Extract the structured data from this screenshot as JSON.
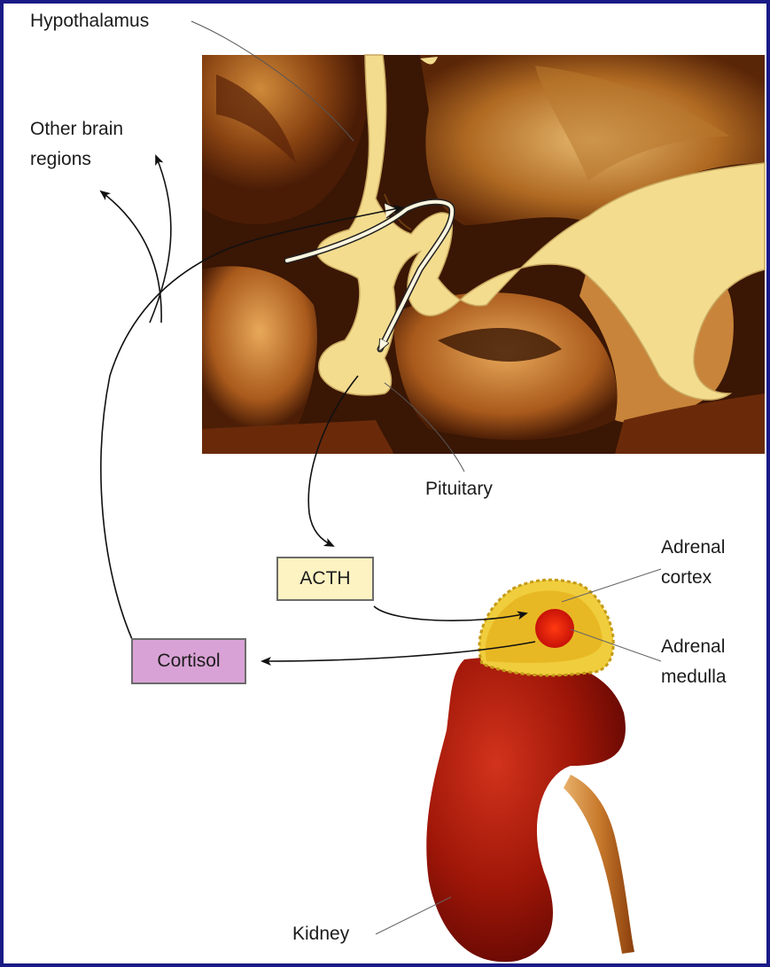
{
  "labels": {
    "hypothalamus": "Hypothalamus",
    "other_brain_line1": "Other brain",
    "other_brain_line2": "regions",
    "pituitary": "Pituitary",
    "acth": "ACTH",
    "cortisol": "Cortisol",
    "adrenal_cortex_line1": "Adrenal",
    "adrenal_cortex_line2": "cortex",
    "adrenal_medulla_line1": "Adrenal",
    "adrenal_medulla_line2": "medulla",
    "kidney": "Kidney"
  },
  "colors": {
    "border": "#1a1a86",
    "acth_box": "#fdf2c2",
    "cortisol_box": "#d9a2d6",
    "brain_dark": "#3a1604",
    "brain_mid": "#a8601c",
    "tissue_cream": "#f3dc8e",
    "kidney": "#9c1306",
    "adrenal_cortex": "#f0cd3c",
    "adrenal_medulla": "#e8200c"
  }
}
